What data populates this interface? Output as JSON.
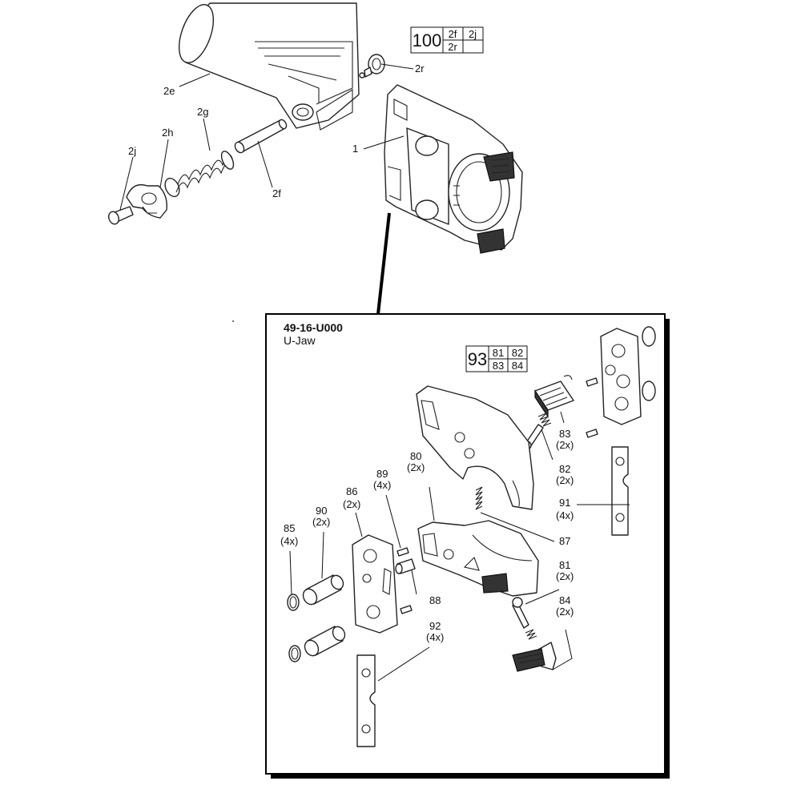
{
  "kits": {
    "kit_100": {
      "number": "100",
      "parts": [
        "2f",
        "2j",
        "2r",
        ""
      ]
    },
    "kit_93": {
      "number": "93",
      "parts": [
        "81",
        "82",
        "83",
        "84"
      ]
    }
  },
  "upper_labels": {
    "p2e": "2e",
    "p2r": "2r",
    "p2g": "2g",
    "p2h": "2h",
    "p2j": "2j",
    "p2f": "2f",
    "p1": "1"
  },
  "inset": {
    "part_number": "49-16-U000",
    "name": "U-Jaw",
    "labels": {
      "p83_num": "83",
      "p83_qty": "(2x)",
      "p82_num": "82",
      "p82_qty": "(2x)",
      "p80_num": "80",
      "p80_qty": "(2x)",
      "p89_num": "89",
      "p89_qty": "(4x)",
      "p86_num": "86",
      "p86_qty": "(2x)",
      "p90_num": "90",
      "p90_qty": "(2x)",
      "p85_num": "85",
      "p85_qty": "(4x)",
      "p91_num": "91",
      "p91_qty": "(4x)",
      "p87": "87",
      "p88": "88",
      "p81_num": "81",
      "p81_qty": "(2x)",
      "p84_num": "84",
      "p84_qty": "(2x)",
      "p92_num": "92",
      "p92_qty": "(4x)"
    }
  }
}
